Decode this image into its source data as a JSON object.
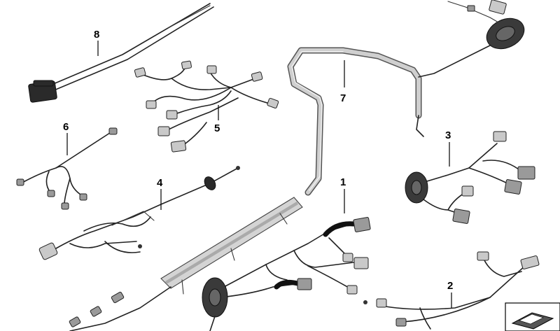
{
  "diagram": {
    "callouts": {
      "c1": "1",
      "c2": "2",
      "c3": "3",
      "c4": "4",
      "c5": "5",
      "c6": "6",
      "c7": "7",
      "c8": "8"
    }
  },
  "colors": {
    "line": "#222222",
    "connector": "#9a9a9a",
    "tube": "#cfcfcf",
    "background": "#ffffff"
  }
}
